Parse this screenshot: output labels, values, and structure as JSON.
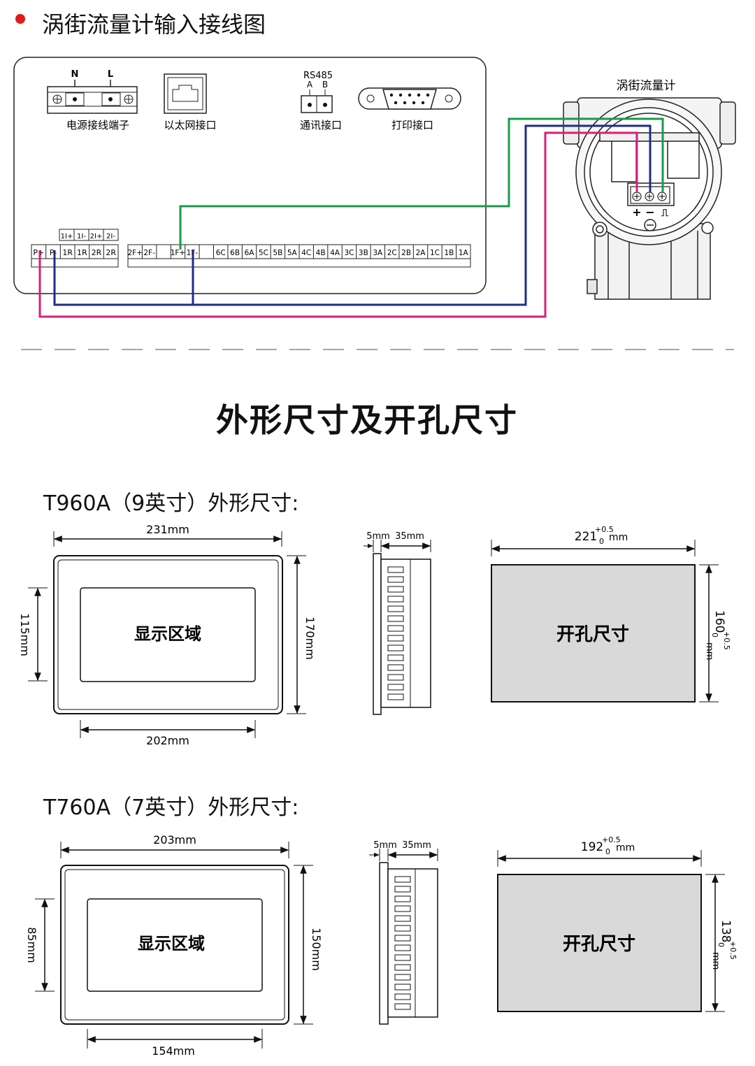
{
  "wiring": {
    "title": "涡街流量计输入接线图",
    "power_terminal": {
      "label": "电源接线端子",
      "n": "N",
      "l": "L"
    },
    "ethernet": {
      "label": "以太网接口"
    },
    "comm": {
      "label": "通讯接口",
      "protocol": "RS485",
      "a": "A",
      "b": "B"
    },
    "printer": {
      "label": "打印接口"
    },
    "flowmeter": {
      "label": "涡街流量计",
      "terminal_symbols": [
        "+",
        "−",
        "⎍"
      ]
    },
    "top_terminal_labels": [
      "1I+",
      "1I-",
      "2I+",
      "2I-"
    ],
    "left_terminals": [
      "P+",
      "P-",
      "1R",
      "1R",
      "2R",
      "2R"
    ],
    "right_terminals": [
      "2F+",
      "2F-",
      "",
      "1F+",
      "1F-",
      "",
      "6C",
      "6B",
      "6A",
      "5C",
      "5B",
      "5A",
      "4C",
      "4B",
      "4A",
      "3C",
      "3B",
      "3A",
      "2C",
      "2B",
      "2A",
      "1C",
      "1B",
      "1A"
    ],
    "wire_colors": {
      "green": "#1a9a4a",
      "blue": "#1f2d8a",
      "magenta": "#d6207a"
    }
  },
  "dimensions": {
    "title": "外形尺寸及开孔尺寸",
    "display_label": "显示区域",
    "cutout_label": "开孔尺寸",
    "tolerance_plus": "+0.5",
    "tolerance_zero": "0",
    "models": [
      {
        "title": "T960A（9英寸）外形尺寸:",
        "width": "231mm",
        "height": "170mm",
        "screen_width": "202mm",
        "screen_height": "115mm",
        "bezel": "5mm",
        "depth": "35mm",
        "cut_width": "221",
        "cut_height": "160",
        "unit": "mm"
      },
      {
        "title": "T760A（7英寸）外形尺寸:",
        "width": "203mm",
        "height": "150mm",
        "screen_width": "154mm",
        "screen_height": "85mm",
        "bezel": "5mm",
        "depth": "35mm",
        "cut_width": "192",
        "cut_height": "138",
        "unit": "mm"
      }
    ]
  },
  "colors": {
    "accent_red": "#e21a1a",
    "cutout_fill": "#d9d9d9"
  }
}
